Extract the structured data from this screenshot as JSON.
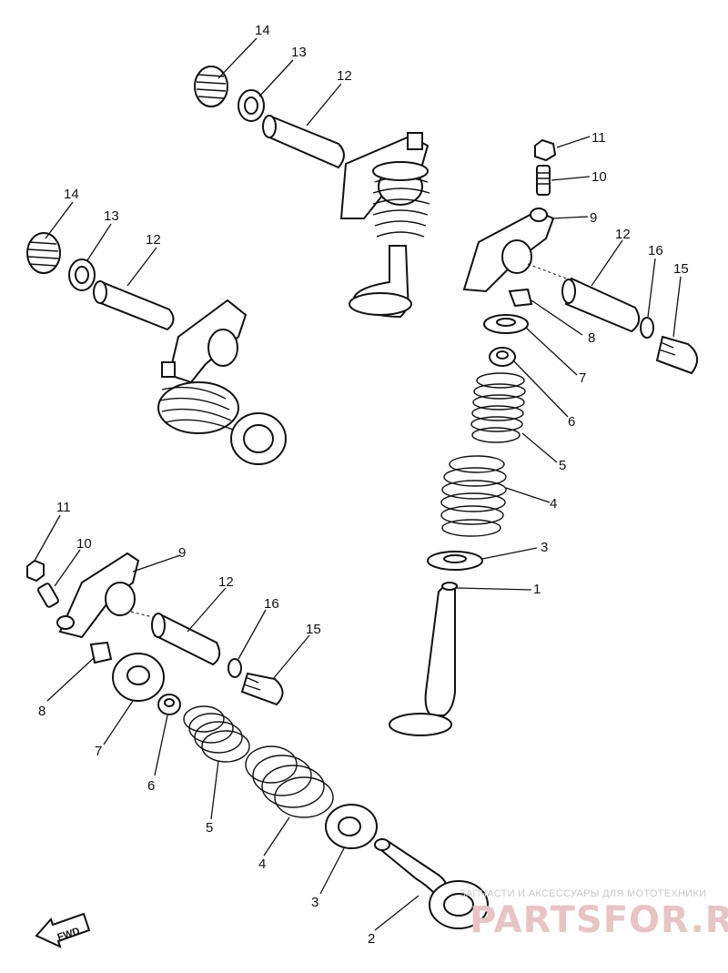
{
  "callouts": {
    "c1": "1",
    "c2": "2",
    "c3a": "3",
    "c3b": "3",
    "c4a": "4",
    "c4b": "4",
    "c5a": "5",
    "c5b": "5",
    "c6a": "6",
    "c6b": "6",
    "c7a": "7",
    "c7b": "7",
    "c8a": "8",
    "c8b": "8",
    "c9a": "9",
    "c9b": "9",
    "c10a": "10",
    "c10b": "10",
    "c11a": "11",
    "c11b": "11",
    "c12a": "12",
    "c12b": "12",
    "c12c": "12",
    "c12d": "12",
    "c13a": "13",
    "c13b": "13",
    "c14a": "14",
    "c14b": "14",
    "c15a": "15",
    "c15b": "15",
    "c16a": "16",
    "c16b": "16"
  },
  "fwd_label": "FWD",
  "watermark": {
    "tagline": "ЗАПЧАСТИ И АКСЕССУАРЫ ДЛЯ МОТОТЕХНИКИ",
    "logo": "PARTSFOR.RU"
  }
}
